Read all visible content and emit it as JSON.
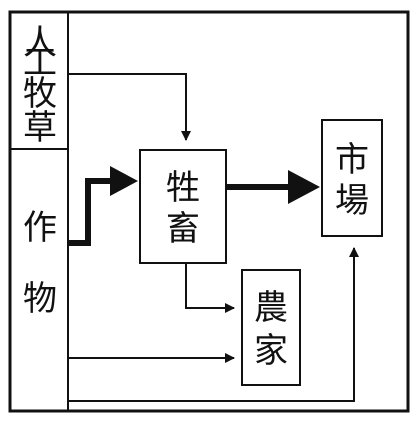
{
  "diagram": {
    "nodes": {
      "pasture_grass": [
        "人",
        "工",
        "牧",
        "草"
      ],
      "crops": [
        "作",
        "物"
      ],
      "livestock": [
        "牲",
        "畜"
      ],
      "market": [
        "市",
        "場"
      ],
      "farmers": [
        "農",
        "家"
      ]
    },
    "edges": [
      {
        "from": "pasture_grass",
        "to": "livestock",
        "emphasis": "normal"
      },
      {
        "from": "crops",
        "to": "livestock",
        "emphasis": "bold"
      },
      {
        "from": "livestock",
        "to": "market",
        "emphasis": "bold"
      },
      {
        "from": "livestock",
        "to": "farmers",
        "emphasis": "normal"
      },
      {
        "from": "crops",
        "to": "farmers",
        "emphasis": "normal"
      },
      {
        "from": "crops",
        "to": "market",
        "emphasis": "normal"
      }
    ],
    "colors": {
      "stroke": "#111111",
      "background": "#ffffff"
    }
  }
}
